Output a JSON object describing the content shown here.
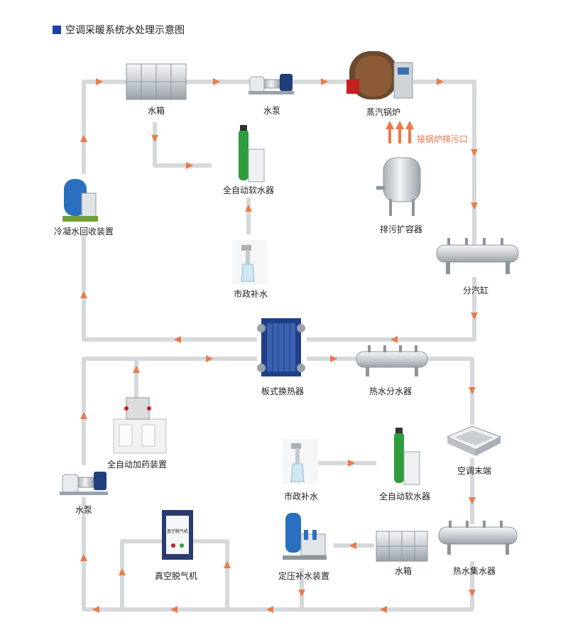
{
  "title": "空调采暖系统水处理示意图",
  "colors": {
    "accent_square": "#1f3fb0",
    "pipe": "#d6d9dc",
    "arrow": "#ec7a4a",
    "note": "#e8734a"
  },
  "labels": {
    "water_tank_top": "水箱",
    "pump_top": "水泵",
    "steam_boiler": "蒸汽锅炉",
    "softener_top": "全自动软水器",
    "boiler_drain": "接锅炉排污口",
    "blowdown_tank": "排污扩容器",
    "condensate_recovery": "冷凝水回收装置",
    "municipal_water_top": "市政补水",
    "steam_header": "分汽缸",
    "plate_heat_exchanger": "板式换热器",
    "hot_water_distributor": "热水分水器",
    "dosing_device": "全自动加药装置",
    "ac_terminal": "空调末端",
    "municipal_water_bottom": "市政补水",
    "softener_bottom": "全自动软水器",
    "pump_bottom": "水泵",
    "vacuum_degasser": "真空脱气机",
    "constant_pressure_makeup": "定压补水装置",
    "water_tank_bottom": "水箱",
    "hot_water_collector": "热水集水器"
  },
  "degasser_panel_text": "真空脱气机",
  "icons": [
    "water-tank-icon",
    "water-pump-icon",
    "steam-boiler-icon",
    "water-softener-icon",
    "blowdown-tank-icon",
    "condensate-recovery-icon",
    "faucet-icon",
    "steam-header-icon",
    "plate-heat-exchanger-icon",
    "manifold-icon",
    "dosing-device-icon",
    "ceiling-cassette-icon",
    "vacuum-degasser-icon",
    "pressure-makeup-icon"
  ]
}
